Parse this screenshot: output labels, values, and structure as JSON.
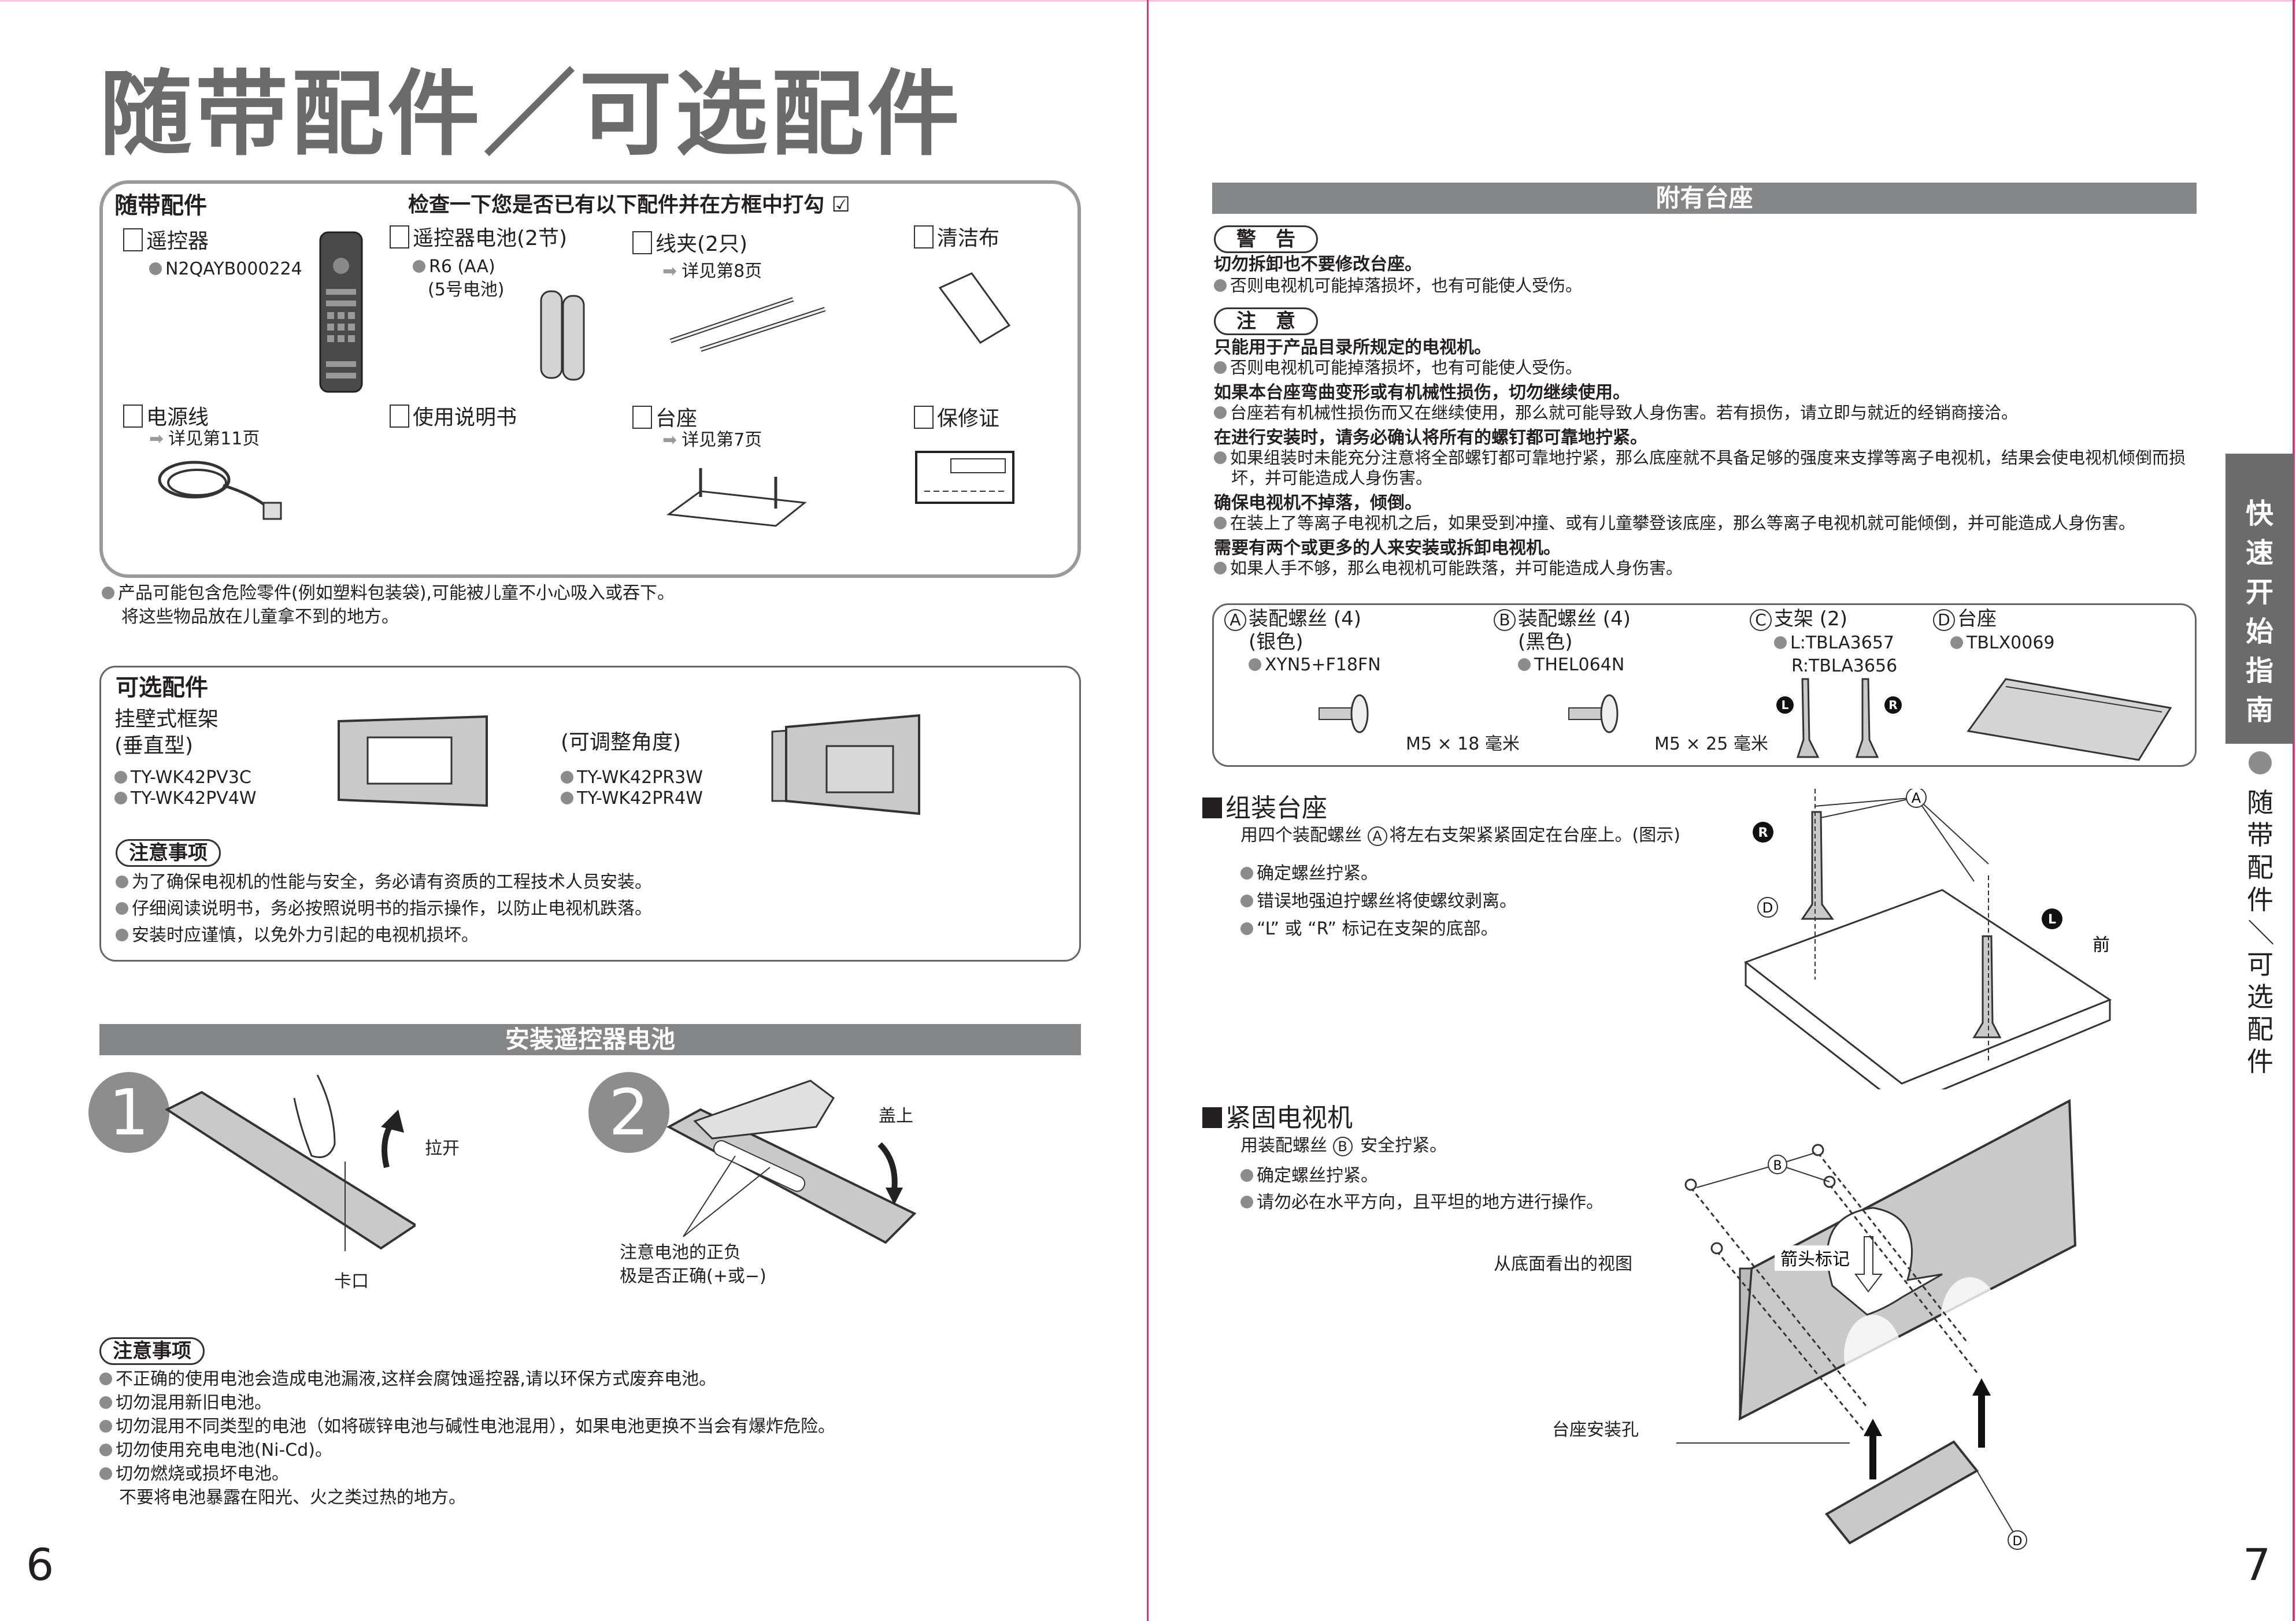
{
  "left_page": {
    "title": "随带配件／可选配件",
    "supplied": {
      "heading": "随带配件",
      "check_instruction": "检查一下您是否已有以下配件并在方框中打勾",
      "check_mark": "☑",
      "items": [
        {
          "label": "遥控器",
          "detail": "N2QAYB000224"
        },
        {
          "label": "遥控器电池(2节)",
          "detail": "R6 (AA)",
          "detail2": "(5号电池)"
        },
        {
          "label": "线夹(2只)",
          "ref": "详见第8页"
        },
        {
          "label": "清洁布"
        },
        {
          "label": "电源线",
          "ref": "详见第11页"
        },
        {
          "label": "使用说明书"
        },
        {
          "label": "台座",
          "ref": "详见第7页"
        },
        {
          "label": "保修证"
        }
      ],
      "footnote_1": "产品可能包含危险零件(例如塑料包装袋),可能被儿童不小心吸入或吞下。",
      "footnote_2": "将这些物品放在儿童拿不到的地方。"
    },
    "optional": {
      "heading": "可选配件",
      "wall_bracket_label": "挂壁式框架",
      "vertical_type": "(垂直型)",
      "vertical_models": [
        "TY-WK42PV3C",
        "TY-WK42PV4W"
      ],
      "angle_type": "(可调整角度)",
      "angle_models": [
        "TY-WK42PR3W",
        "TY-WK42PR4W"
      ],
      "caution_title": "注意事项",
      "cautions": [
        "为了确保电视机的性能与安全，务必请有资质的工程技术人员安装。",
        "仔细阅读说明书，务必按照说明书的指示操作，以防止电视机跌落。",
        "安装时应谨慎，以免外力引起的电视机损坏。"
      ]
    },
    "battery": {
      "bar_title": "安装遥控器电池",
      "step1": "1",
      "step1_pull": "拉开",
      "step1_catch": "卡口",
      "step2": "2",
      "step2_close": "盖上",
      "step2_note_1": "注意电池的正负",
      "step2_note_2": "极是否正确(+或−)",
      "caution_title": "注意事项",
      "cautions": [
        "不正确的使用电池会造成电池漏液,这样会腐蚀遥控器,请以环保方式废弃电池。",
        "切勿混用新旧电池。",
        "切勿混用不同类型的电池（如将碳锌电池与碱性电池混用），如果电池更换不当会有爆炸危险。",
        "切勿使用充电电池(Ni-Cd)。",
        "切勿燃烧或损坏电池。"
      ],
      "caution_extra": "不要将电池暴露在阳光、火之类过热的地方。"
    },
    "page_number": "6"
  },
  "right_page": {
    "bar_title": "附有台座",
    "warning_label": "警　告",
    "warning": {
      "head": "切勿拆卸也不要修改台座。",
      "body": "否则电视机可能掉落损坏，也有可能使人受伤。"
    },
    "caution_label": "注　意",
    "cautions": [
      {
        "head": "只能用于产品目录所规定的电视机。",
        "body": "否则电视机可能掉落损坏，也有可能使人受伤。"
      },
      {
        "head": "如果本台座弯曲变形或有机械性损伤，切勿继续使用。",
        "body": "台座若有机械性损伤而又在继续使用，那么就可能导致人身伤害。若有损伤，请立即与就近的经销商接洽。"
      },
      {
        "head": "在进行安装时，请务必确认将所有的螺钉都可靠地拧紧。",
        "body": "如果组装时未能充分注意将全部螺钉都可靠地拧紧，那么底座就不具备足够的强度来支撑等离子电视机，结果会使电视机倾倒而损坏，并可能造成人身伤害。"
      },
      {
        "head": "确保电视机不掉落，倾倒。",
        "body": "在装上了等离子电视机之后，如果受到冲撞、或有儿童攀登该底座，那么等离子电视机就可能倾倒，并可能造成人身伤害。"
      },
      {
        "head": "需要有两个或更多的人来安装或拆卸电视机。",
        "body": "如果人手不够，那么电视机可能跌落，并可能造成人身伤害。"
      }
    ],
    "parts": [
      {
        "mark": "A",
        "name": "装配螺丝 (4)",
        "color": "(银色)",
        "code": "XYN5+F18FN",
        "size": "M5 × 18 毫米"
      },
      {
        "mark": "B",
        "name": "装配螺丝 (4)",
        "color": "(黑色)",
        "code": "THEL064N",
        "size": "M5 × 25 毫米"
      },
      {
        "mark": "C",
        "name": "支架 (2)",
        "code": "L:TBLA3657",
        "code2": "R:TBLA3656",
        "l": "L",
        "r": "R"
      },
      {
        "mark": "D",
        "name": "台座",
        "code": "TBLX0069"
      }
    ],
    "assemble": {
      "heading": "组装台座",
      "instr_pre": "用四个装配螺丝",
      "instr_mark": "A",
      "instr_post": "将左右支架紧紧固定在台座上。(图示)",
      "bullets": [
        "确定螺丝拧紧。",
        "错误地强迫拧螺丝将使螺纹剥离。",
        "“L” 或 “R” 标记在支架的底部。"
      ],
      "diagram_labels": {
        "a": "A",
        "d": "D",
        "r": "R",
        "l": "L",
        "front": "前"
      }
    },
    "fix_tv": {
      "heading": "紧固电视机",
      "instr_pre": "用装配螺丝",
      "instr_mark": "B",
      "instr_post": "安全拧紧。",
      "bullets": [
        "确定螺丝拧紧。",
        "请勿必在水平方向，且平坦的地方进行操作。"
      ],
      "view_label": "从底面看出的视图",
      "arrow_label": "箭头标记",
      "hole_label": "台座安装孔",
      "b": "B",
      "d": "D"
    },
    "side_tab": {
      "section": "快速开始指南",
      "topic": [
        "随",
        "带",
        "配",
        "件",
        "／",
        "可",
        "选",
        "配",
        "件"
      ]
    },
    "page_number": "7"
  },
  "colors": {
    "bar": "#858688",
    "title": "#6b6b6b",
    "spine": "#d23a78",
    "dot": "#8c8c8c"
  }
}
